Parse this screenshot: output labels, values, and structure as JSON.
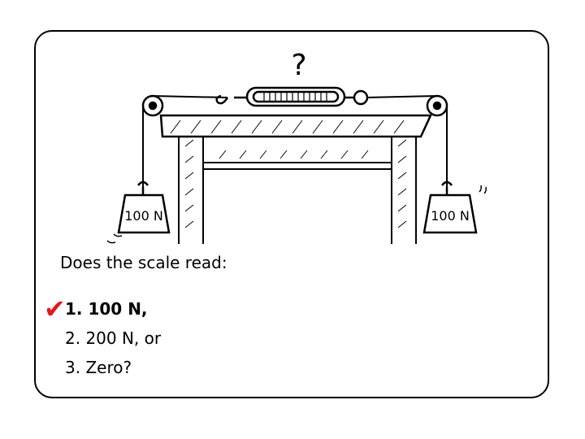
{
  "figure": {
    "scale_mark": "?",
    "left_weight_label": "100 N",
    "right_weight_label": "100 N"
  },
  "question": "Does the scale read:",
  "options": [
    {
      "label": "1. 100 N,",
      "correct": true
    },
    {
      "label": "2. 200 N, or",
      "correct": false
    },
    {
      "label": "3. Zero?",
      "correct": false
    }
  ],
  "check_mark": "✔",
  "colors": {
    "check": "#e3171c",
    "ink": "#000000",
    "background": "#ffffff"
  }
}
